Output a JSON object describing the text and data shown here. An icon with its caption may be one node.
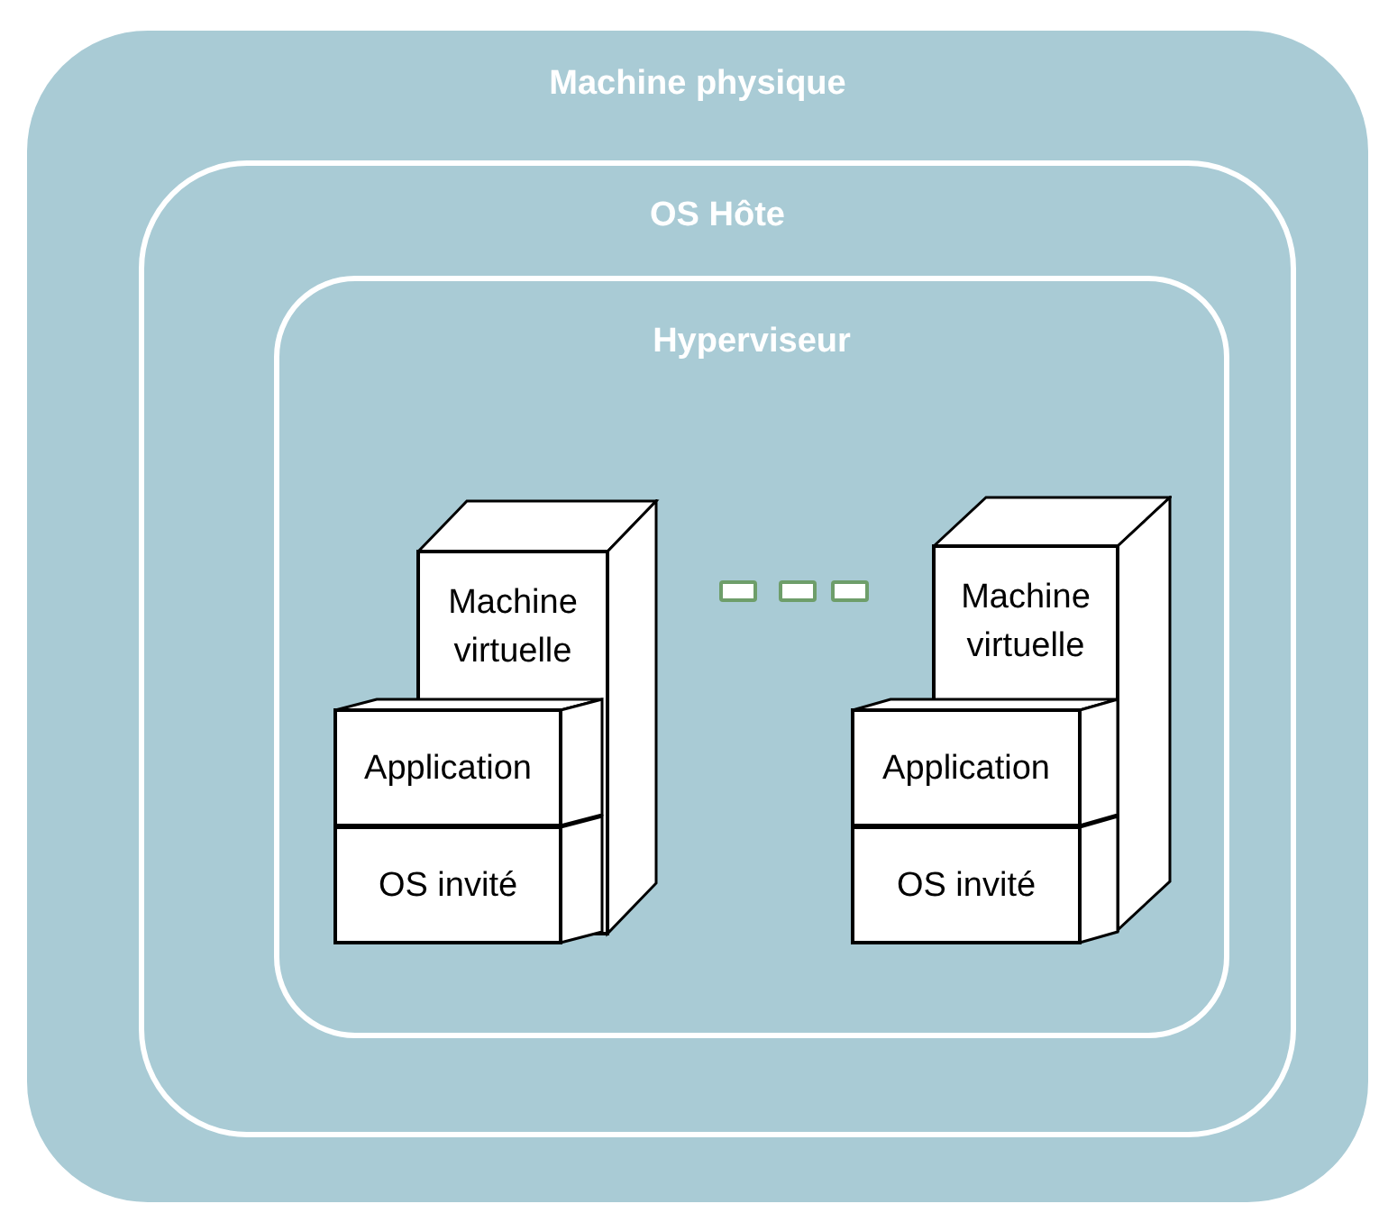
{
  "diagram": {
    "nodes": [
      {
        "text": [
          "Machine physique"
        ]
      },
      {
        "text": [
          "OS Hôte"
        ],
        "in": 0
      },
      {
        "text": [
          "Hyperviseur"
        ],
        "in": 1
      },
      {
        "text": [
          "Machine virtuelle"
        ],
        "in": 2
      },
      {
        "text": [
          "Application"
        ],
        "in": 2
      },
      {
        "text": [
          "OS invité"
        ],
        "in": 2
      },
      {
        "text": [],
        "shape": "box",
        "in": 2
      },
      {
        "text": [],
        "shape": "box",
        "in": 2
      },
      {
        "text": [],
        "shape": "box",
        "in": 2
      },
      {
        "text": [
          "Machine virtuelle"
        ],
        "in": 2
      },
      {
        "text": [
          "Application"
        ],
        "in": 2
      },
      {
        "text": [
          "OS invité"
        ],
        "in": 2
      }
    ],
    "edges": []
  }
}
